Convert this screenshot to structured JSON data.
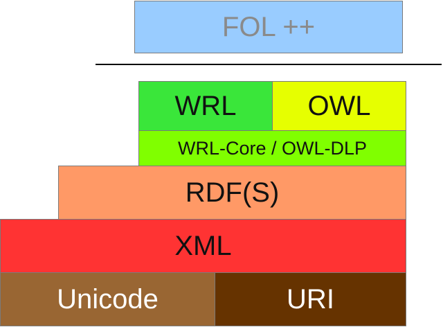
{
  "layers": {
    "fol": {
      "label": "FOL ++",
      "fill": "#99ccff",
      "text_color": "#8a8a8a"
    },
    "wrl": {
      "label": "WRL",
      "fill": "#3ae63a",
      "text_color": "#111111"
    },
    "owl": {
      "label": "OWL",
      "fill": "#e6ff00",
      "text_color": "#111111"
    },
    "core": {
      "label": "WRL-Core / OWL-DLP",
      "fill": "#80ff00",
      "text_color": "#111111"
    },
    "rdfs": {
      "label": "RDF(S)",
      "fill": "#ff9966",
      "text_color": "#111111"
    },
    "xml": {
      "label": "XML",
      "fill": "#ff3333",
      "text_color": "#111111"
    },
    "unicode": {
      "label": "Unicode",
      "fill": "#996633",
      "text_color": "#ffffff"
    },
    "uri": {
      "label": "URI",
      "fill": "#663300",
      "text_color": "#ffffff"
    }
  },
  "divider_color": "#000000"
}
